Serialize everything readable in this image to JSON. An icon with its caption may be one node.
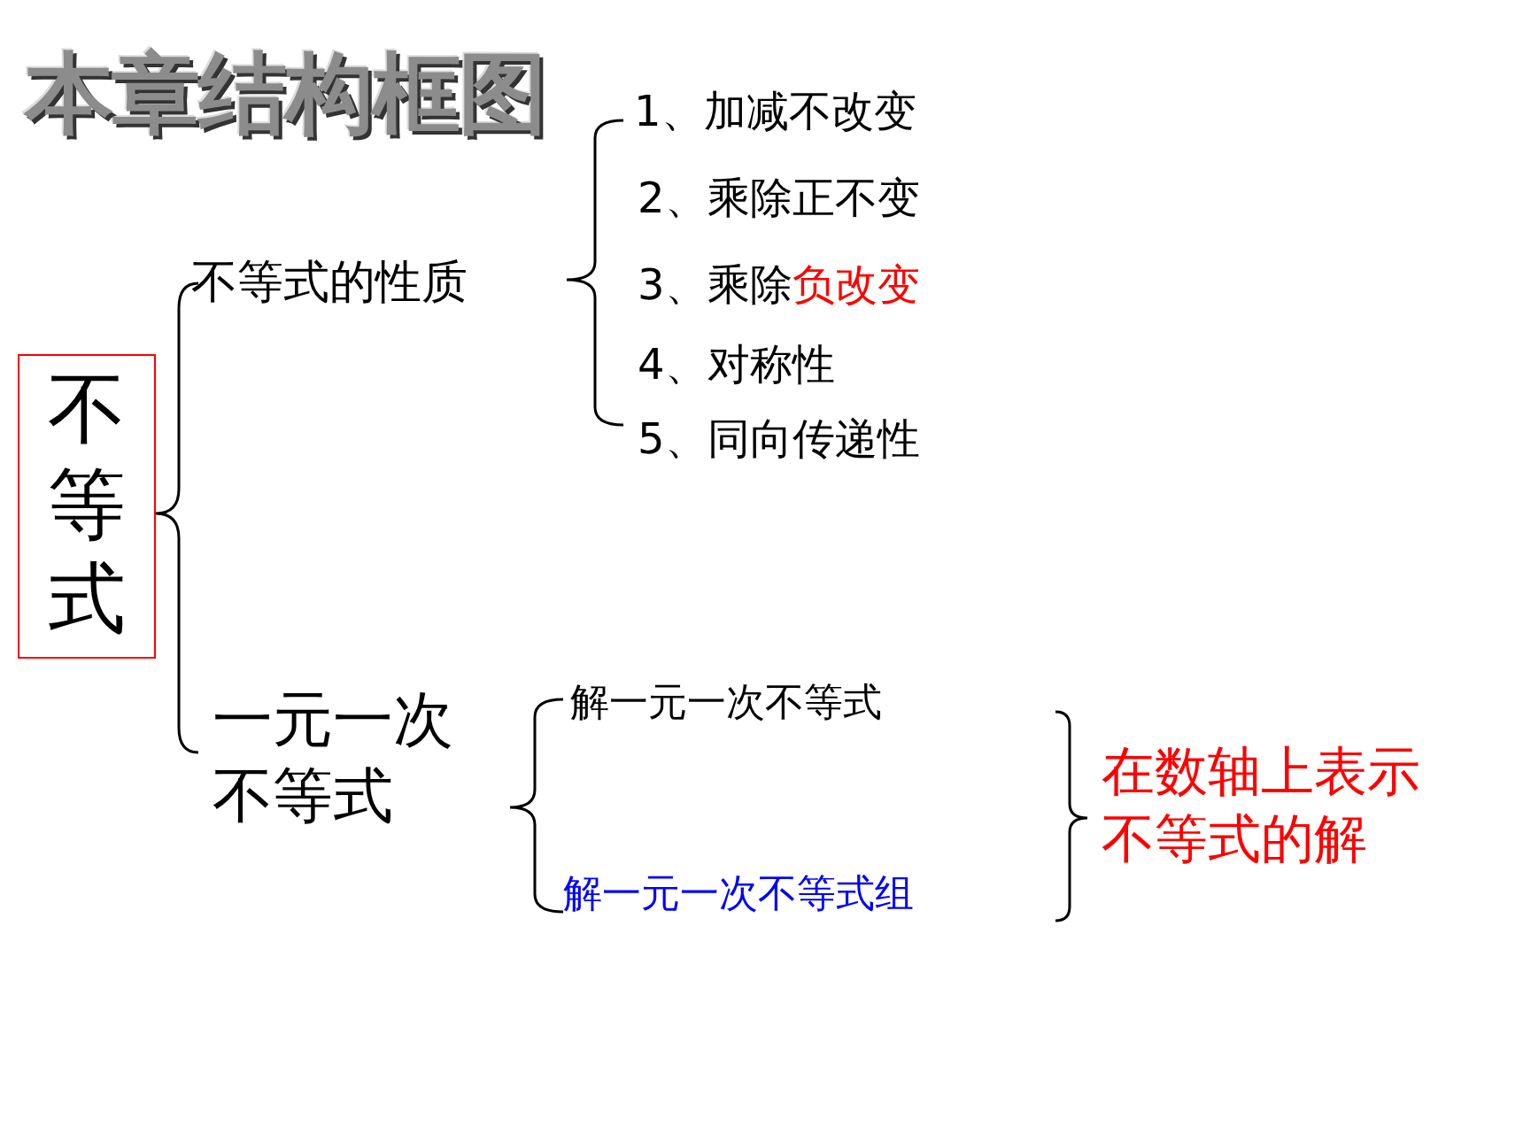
{
  "diagram": {
    "title": "本章结构框图",
    "nodes": [
      {
        "text": [
          "不等式"
        ]
      },
      {
        "text": [
          "不等式的性质"
        ]
      },
      {
        "text": [
          "1、加减不改变"
        ]
      },
      {
        "text": [
          "2、乘除正不变"
        ]
      },
      {
        "text": [
          "3、乘除",
          "负改变"
        ]
      },
      {
        "text": [
          "4、对称性"
        ]
      },
      {
        "text": [
          "5、同向传递性"
        ]
      },
      {
        "text": [
          "一元一次不等式"
        ]
      },
      {
        "text": [
          "解一元一次不等式"
        ]
      },
      {
        "text": [
          "解一元一次不等式组"
        ]
      },
      {
        "text": [
          "在数轴上表示不等式的解"
        ]
      }
    ]
  }
}
